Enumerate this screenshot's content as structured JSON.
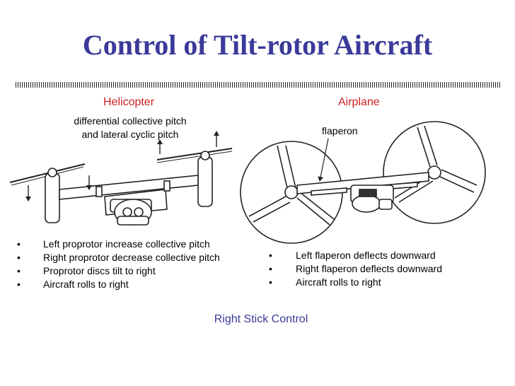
{
  "title": "Control of Tilt-rotor Aircraft",
  "helicopter": {
    "heading": "Helicopter",
    "note_line1": "differential collective pitch",
    "note_line2": "and lateral cyclic pitch",
    "bullets": [
      "Left proprotor increase collective pitch",
      "Right proprotor decrease collective pitch",
      "Proprotor discs tilt to right",
      "Aircraft rolls to right"
    ]
  },
  "airplane": {
    "heading": "Airplane",
    "callout": "flaperon",
    "bullets": [
      "Left flaperon deflects downward",
      "Right flaperon deflects downward",
      "Aircraft rolls to right"
    ]
  },
  "bullet_symbol": "•",
  "footer": "Right Stick Control"
}
